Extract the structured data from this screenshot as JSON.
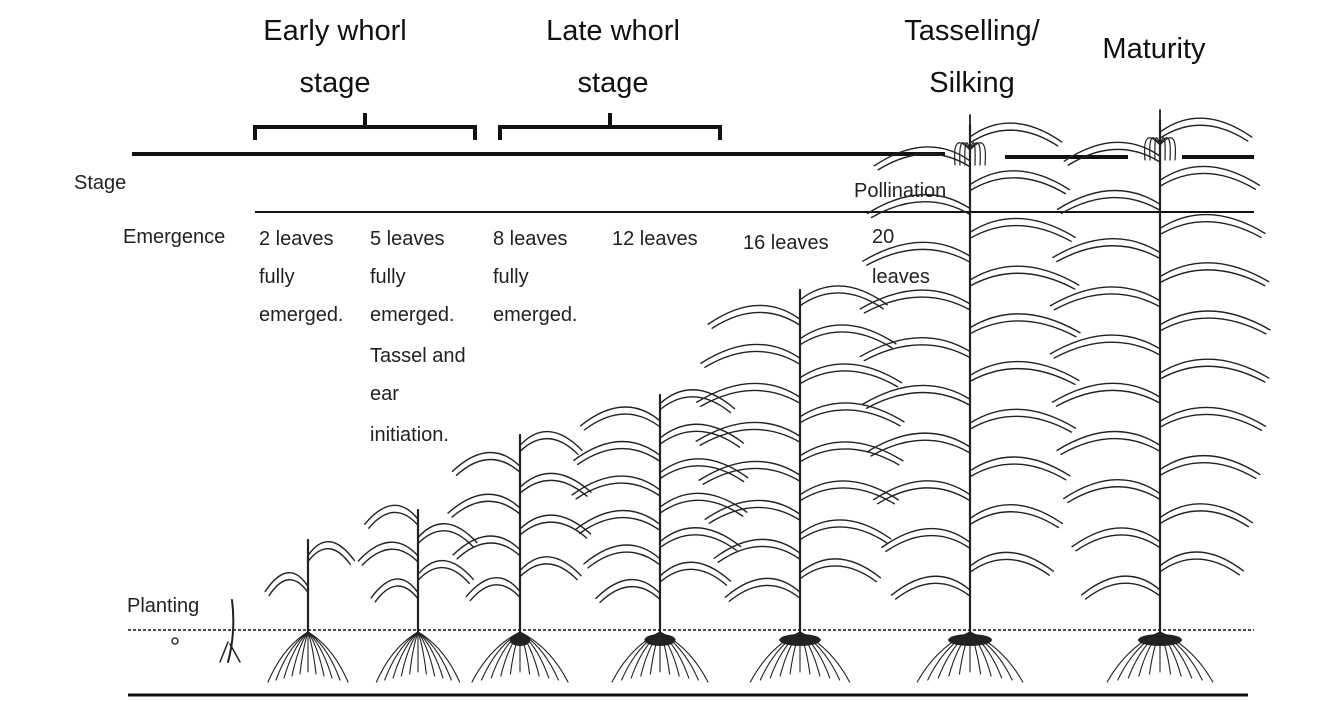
{
  "header_stages": [
    {
      "line1": "Early whorl",
      "line2": "stage"
    },
    {
      "line1": "Late whorl",
      "line2": "stage"
    },
    {
      "line1": "Tasselling/",
      "line2": "Silking"
    },
    {
      "line1": "Maturity",
      "line2": ""
    }
  ],
  "row_labels": {
    "stage": "Stage",
    "pollination": "Pollination",
    "planting": "Planting"
  },
  "growth_labels": [
    {
      "lines": [
        "Emergence"
      ]
    },
    {
      "lines": [
        "2 leaves",
        "fully",
        "emerged."
      ]
    },
    {
      "lines": [
        "5 leaves",
        "fully",
        "emerged.",
        "Tassel and",
        "ear",
        "initiation."
      ]
    },
    {
      "lines": [
        "8 leaves",
        "fully",
        "emerged."
      ]
    },
    {
      "lines": [
        "12 leaves"
      ]
    },
    {
      "lines": [
        "16 leaves"
      ]
    },
    {
      "lines": [
        "20",
        "leaves"
      ]
    }
  ],
  "plants": [
    {
      "name": "seed",
      "leaves": 0
    },
    {
      "name": "2-leaf",
      "leaves": 2
    },
    {
      "name": "5-leaf",
      "leaves": 5
    },
    {
      "name": "8-leaf",
      "leaves": 8
    },
    {
      "name": "12-leaf",
      "leaves": 12
    },
    {
      "name": "16-leaf",
      "leaves": 16
    },
    {
      "name": "20-leaf-tasselling",
      "leaves": 20
    },
    {
      "name": "maturity",
      "leaves": 20
    }
  ]
}
